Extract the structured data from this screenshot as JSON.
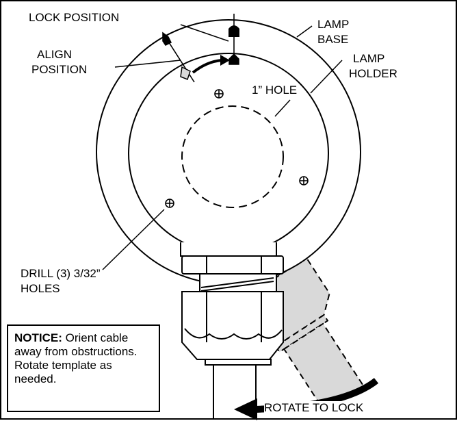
{
  "labels": {
    "lock_position": "LOCK POSITION",
    "align_position_line1": "ALIGN",
    "align_position_line2": "POSITION",
    "lamp_base_line1": "LAMP",
    "lamp_base_line2": "BASE",
    "lamp_holder_line1": "LAMP",
    "lamp_holder_line2": "HOLDER",
    "one_inch_hole": "1” HOLE",
    "drill_holes_line1": "DRILL (3) 3/32”",
    "drill_holes_line2": "HOLES",
    "rotate_to_lock": "ROTATE TO LOCK"
  },
  "notice": {
    "heading": "NOTICE:",
    "body_line1": " Orient cable",
    "body_line2": "away from obstructions.",
    "body_line3": "Rotate template as",
    "body_line4": "needed."
  },
  "colors": {
    "line": "#000000",
    "fitting_fill": "#ffffff",
    "rotated_fitting_fill": "#d9d9d9",
    "background": "#ffffff"
  }
}
